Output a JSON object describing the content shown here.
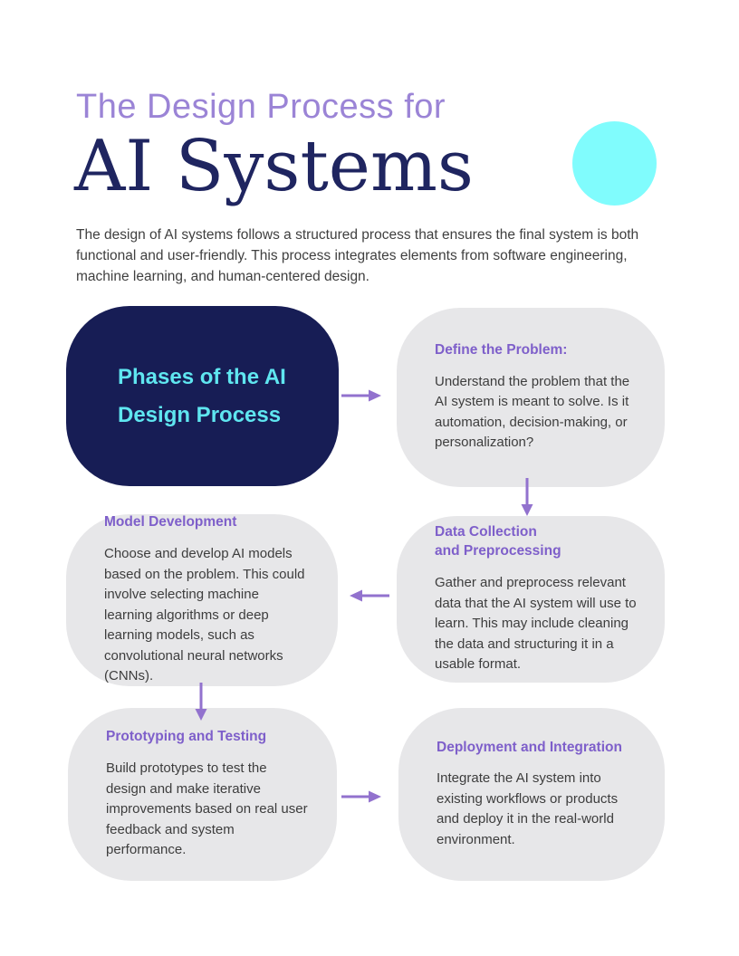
{
  "header": {
    "eyebrow": "The Design Process for",
    "title": "AI Systems"
  },
  "intro": "The design of AI systems follows a structured process that ensures the final system is both functional and user-friendly. This process integrates elements from software engineering, machine learning, and human-centered design.",
  "colors": {
    "eyebrow_purple": "#9b84d6",
    "title_navy": "#1f2560",
    "hub_navy": "#171d55",
    "hub_text_cyan": "#5fe6f0",
    "circle_cyan": "#80fcfd",
    "card_gray": "#e7e7e9",
    "step_title_purple": "#7e5fca",
    "body_text": "#3d3d3d",
    "arrow_purple": "#9272ce"
  },
  "flowchart": {
    "hub": {
      "title": "Phases of the AI\nDesign Process"
    },
    "steps": [
      {
        "title": "Define the Problem:",
        "body": "Understand the problem that the AI system is meant to solve. Is it automation, decision-making, or personalization?"
      },
      {
        "title": "Data Collection\nand Preprocessing",
        "body": "Gather and preprocess relevant data that the AI system will use to learn. This may include cleaning the data and structuring it in a usable format."
      },
      {
        "title": "Model Development",
        "body": "Choose and develop AI models based on the problem. This could involve selecting machine learning algorithms or deep learning models, such as convolutional neural networks (CNNs)."
      },
      {
        "title": "Prototyping and Testing",
        "body": "Build prototypes to test the design and make iterative improvements based on real user feedback and system performance."
      },
      {
        "title": "Deployment and Integration",
        "body": "Integrate the AI system into existing workflows or products and deploy it in the real-world environment."
      }
    ]
  }
}
